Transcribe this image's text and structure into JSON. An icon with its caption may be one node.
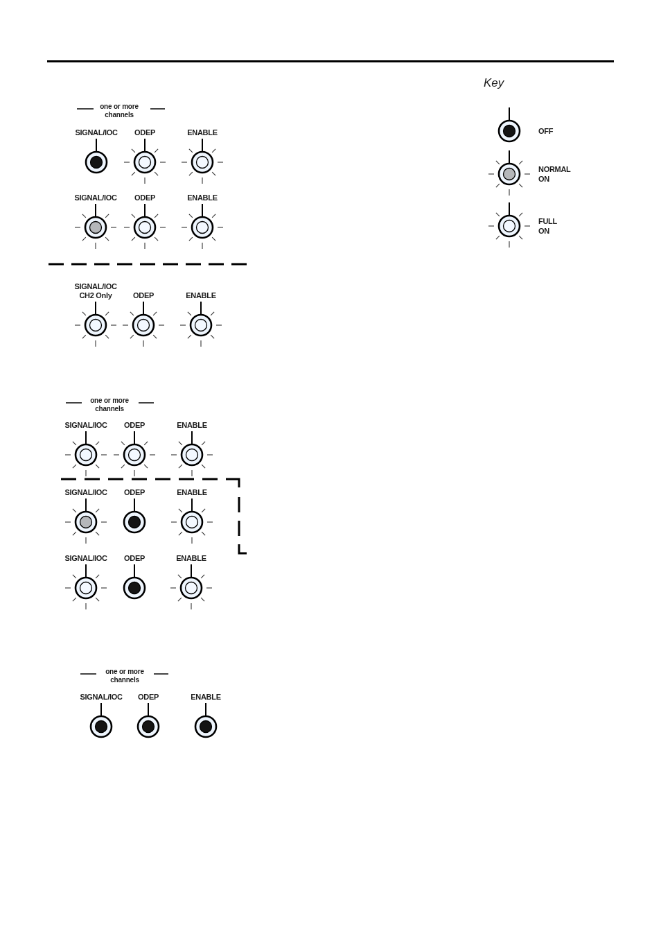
{
  "diagram": {
    "nodes": [
      {
        "text": [
          "SIGNAL/IOC"
        ]
      },
      {
        "text": [
          "ODEP"
        ]
      },
      {
        "text": [
          "ENABLE"
        ]
      },
      {
        "text": [
          "SIGNAL/IOC"
        ]
      },
      {
        "text": [
          "ODEP"
        ]
      },
      {
        "text": [
          "ENABLE"
        ]
      },
      {
        "text": [
          "SIGNAL/IOC CH2 Only"
        ]
      },
      {
        "text": [
          "ODEP"
        ]
      },
      {
        "text": [
          "ENABLE"
        ]
      },
      {
        "text": [
          "SIGNAL/IOC"
        ]
      },
      {
        "text": [
          "ODEP"
        ]
      },
      {
        "text": [
          "ENABLE"
        ]
      },
      {
        "text": [
          "SIGNAL/IOC"
        ]
      },
      {
        "text": [
          "ODEP"
        ]
      },
      {
        "text": [
          "ENABLE"
        ]
      },
      {
        "text": [
          "SIGNAL/IOC"
        ]
      },
      {
        "text": [
          "ODEP"
        ]
      },
      {
        "text": [
          "ENABLE"
        ]
      },
      {
        "text": [
          "SIGNAL/IOC"
        ]
      },
      {
        "text": [
          "ODEP"
        ]
      },
      {
        "text": [
          "ENABLE"
        ]
      }
    ],
    "edges": [],
    "labels": [
      "Key",
      "one or more channels",
      "one or more channels",
      "one or more channels"
    ],
    "legend": [
      {
        "text": "OFF"
      },
      {
        "text": "NORMAL ON"
      },
      {
        "text": "FULL ON"
      }
    ]
  }
}
